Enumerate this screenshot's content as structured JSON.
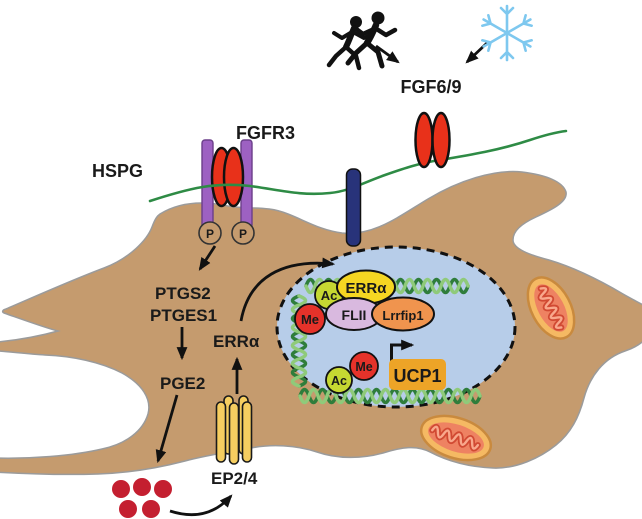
{
  "figure": {
    "description": "Exercise/cold-induced FGF6/9–FGFR3 signaling drives PGE2–EP2/4–ERRα activation of UCP1 transcription in an adipocyte"
  },
  "stimuli": {
    "exercise_icon": "runners-icon",
    "cold_icon": "snowflake-icon",
    "ligand": "FGF6/9"
  },
  "membrane": {
    "hspg": "HSPG",
    "receptor": "FGFR3",
    "phospho": "P",
    "gpcr": "EP2/4"
  },
  "cytoplasm": {
    "enzymes": [
      "PTGS2",
      "PTGES1"
    ],
    "metabolite": "PGE2",
    "factor": "ERRα"
  },
  "nucleus": {
    "ac": "Ac",
    "me": "Me",
    "erra": "ERRα",
    "flii": "FLII",
    "lrrfip1": "Lrrfip1",
    "gene": "UCP1"
  },
  "colors": {
    "cell": "#c59b6e",
    "nucleus": "#b7cde9",
    "receptor_purple": "#9d61c2",
    "ligand_red": "#e8311a",
    "hspg_green": "#2e8b45",
    "gpcr_yellow": "#f6ce60",
    "anchor_navy": "#28337a",
    "ac": "#c6d832",
    "me": "#e5322a",
    "erra": "#f5d622",
    "flii": "#d9b9df",
    "lrrfip1": "#f0944e",
    "ucp1": "#eda427",
    "dna_dark": "#2f7d3b",
    "dna_light": "#8fca7a",
    "mito_outer": "#f5b963",
    "mito_inner": "#ee8262",
    "pge2_dot": "#c41f30",
    "snowflake": "#7ec8ef"
  }
}
